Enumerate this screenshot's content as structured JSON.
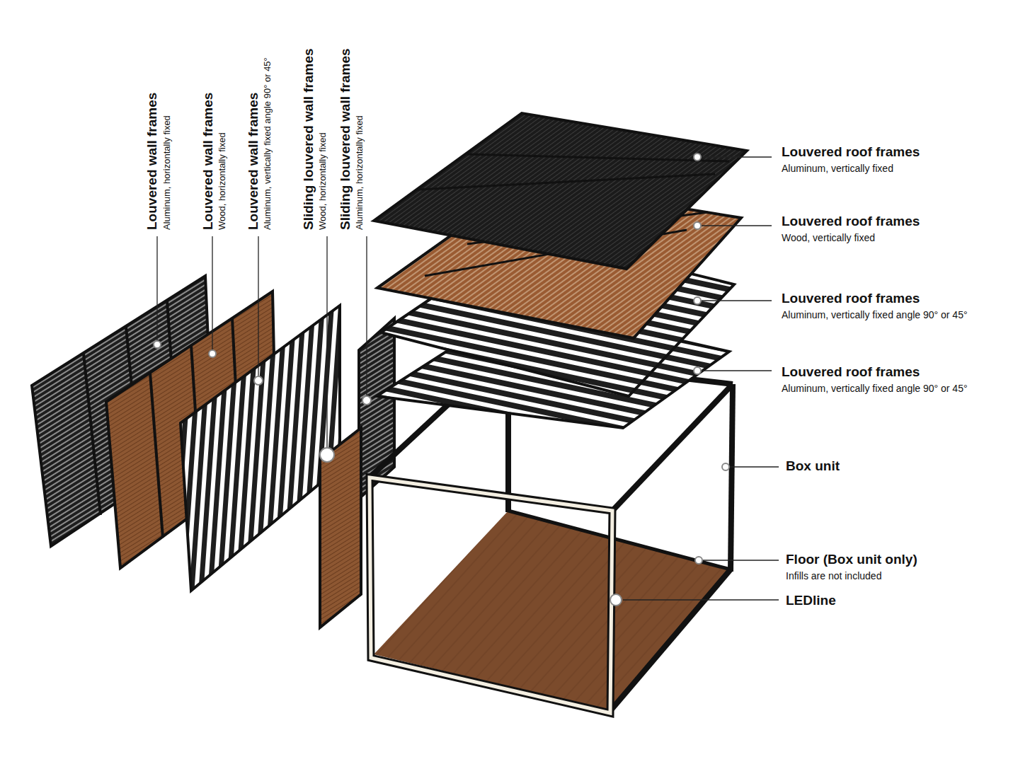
{
  "diagram": {
    "labels": [
      "Louvered wall frames",
      "Aluminum, horizontally fixed",
      "Louvered wall frames",
      "Wood, horizontally fixed",
      "Louvered wall frames",
      "Aluminum, vertically fixed angle 90° or 45°",
      "Sliding louvered wall frames",
      "Wood, horizontally fixed",
      "Sliding louvered wall frames",
      "Aluminum, horizontally fixed",
      "Louvered roof frames",
      "Aluminum, vertically fixed",
      "Louvered roof frames",
      "Wood, vertically fixed",
      "Louvered roof frames",
      "Aluminum, vertically fixed angle 90° or 45°",
      "Louvered roof frames",
      "Aluminum, vertically fixed angle 90° or 45°",
      "Box unit",
      "Floor (Box unit only)",
      "Infills are not included",
      "LEDline"
    ]
  }
}
